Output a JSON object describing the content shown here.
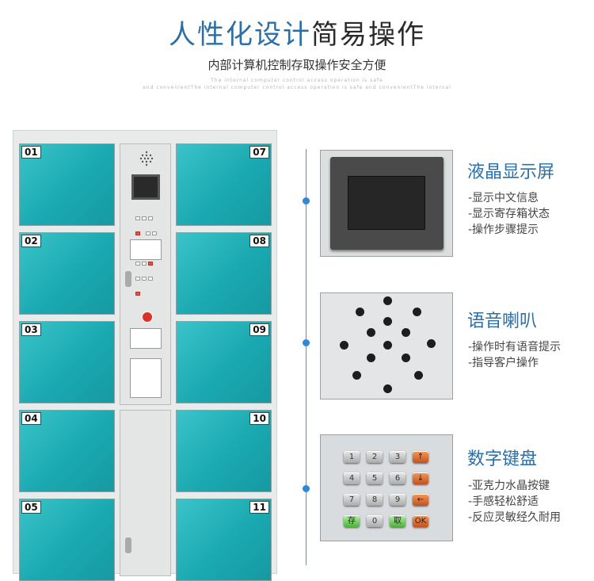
{
  "header": {
    "title_accent": "人性化设计",
    "title_dark": "简易操作",
    "subtitle": "内部计算机控制存取操作安全方便",
    "tiny_line1": "The internal computer control access operation is safe",
    "tiny_line2": "and convenientThe internal computer control access operation is safe and convenientThe internal"
  },
  "locker": {
    "left_doors": [
      "01",
      "02",
      "03",
      "04",
      "05"
    ],
    "right_doors": [
      "07",
      "08",
      "09",
      "10",
      "11"
    ]
  },
  "features": [
    {
      "title": "液晶显示屏",
      "items": [
        "-显示中文信息",
        "-显示寄存箱状态",
        "-操作步骤提示"
      ]
    },
    {
      "title": "语音喇叭",
      "items": [
        "-操作时有语音提示",
        "-指导客户操作"
      ]
    },
    {
      "title": "数字键盘",
      "items": [
        "-亚克力水晶按键",
        "-手感轻松舒适",
        "-反应灵敏经久耐用"
      ]
    }
  ],
  "keypad": {
    "keys": [
      "1",
      "2",
      "3",
      "↑",
      "4",
      "5",
      "6",
      "↓",
      "7",
      "8",
      "9",
      "←",
      "存",
      "0",
      "取",
      "OK"
    ]
  },
  "colors": {
    "accent": "#2c6fa6",
    "door": "#1aa9b1",
    "dot": "#2f89d6"
  }
}
